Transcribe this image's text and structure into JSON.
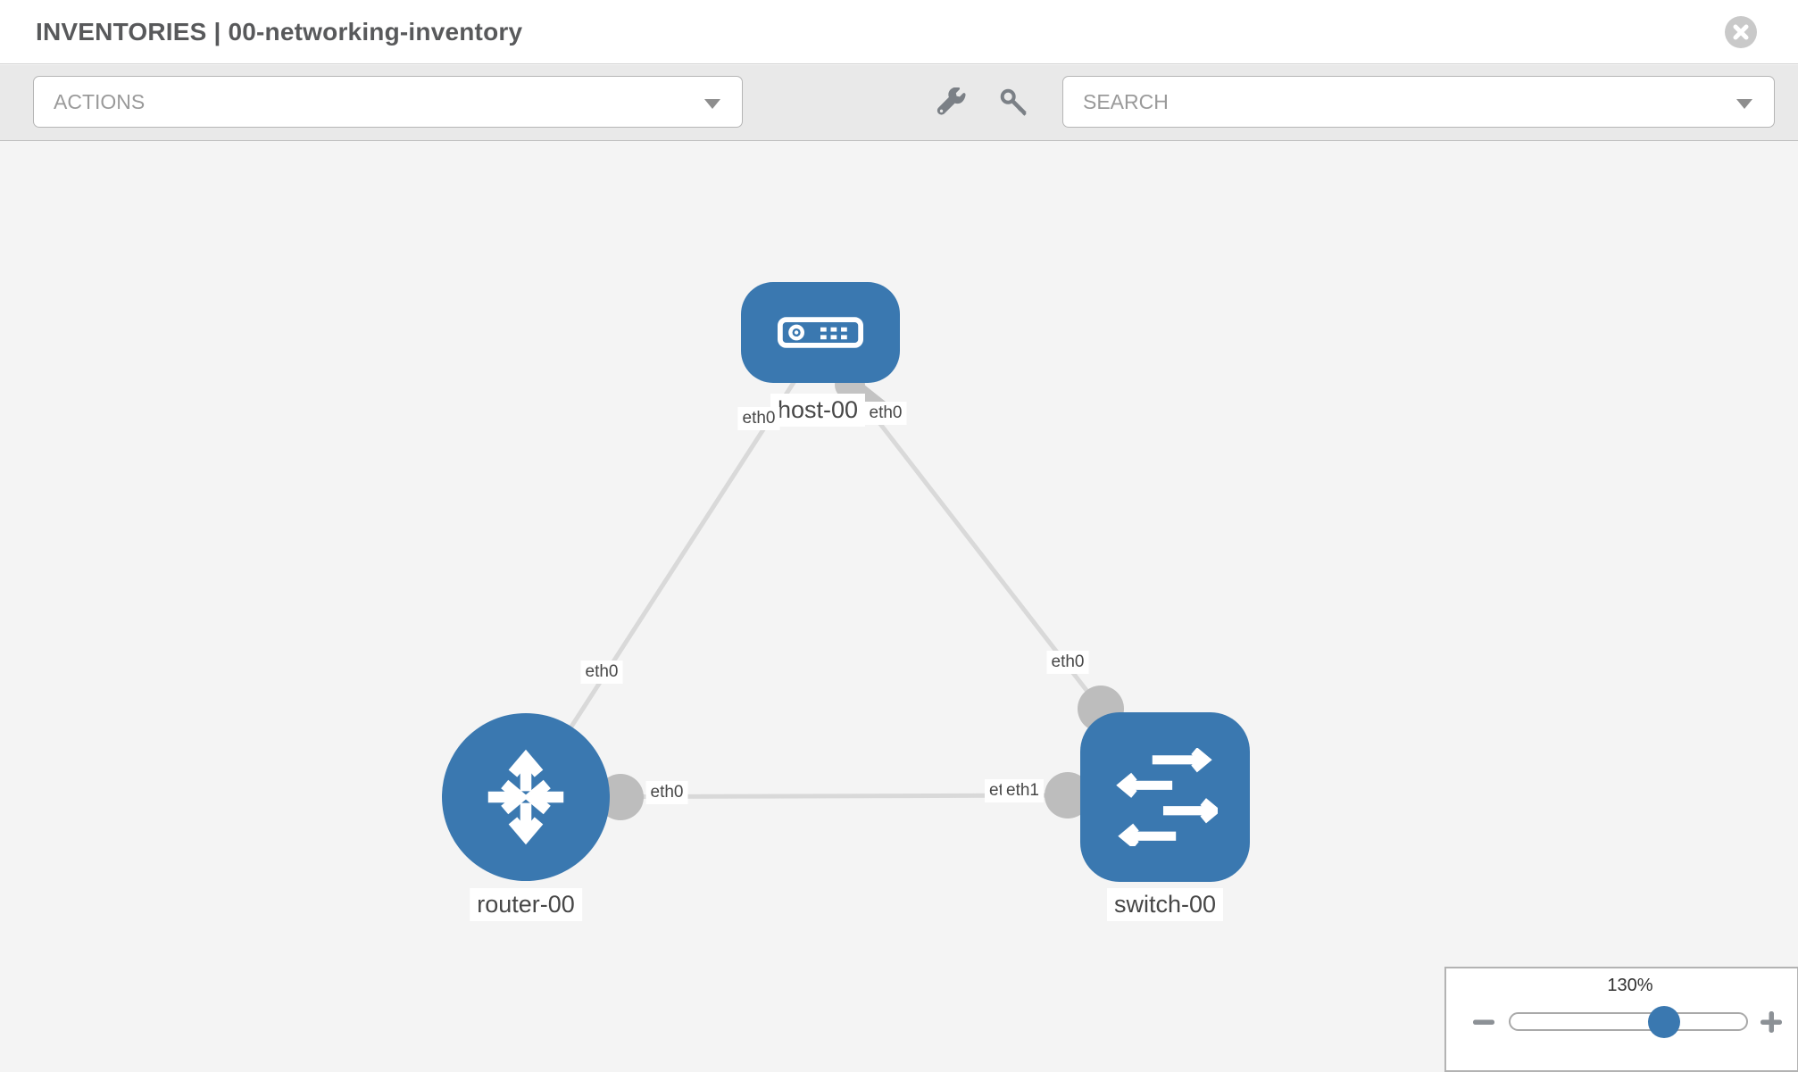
{
  "header": {
    "title": "INVENTORIES | 00-networking-inventory"
  },
  "toolbar": {
    "actions_label": "ACTIONS",
    "search_label": "SEARCH"
  },
  "zoom_control": {
    "level": "130%"
  },
  "topology": {
    "nodes": [
      {
        "id": "host-00",
        "type": "host",
        "label": "host-00"
      },
      {
        "id": "router-00",
        "type": "router",
        "label": "router-00"
      },
      {
        "id": "switch-00",
        "type": "switch",
        "label": "switch-00"
      }
    ],
    "links": [
      {
        "from": "router-00",
        "from_if": "eth0",
        "to": "host-00",
        "to_if": "eth0"
      },
      {
        "from": "switch-00",
        "from_if": "eth0",
        "to": "host-00",
        "to_if": "eth0"
      },
      {
        "from": "router-00",
        "from_if": "eth0",
        "to": "switch-00",
        "to_if": "eth1"
      }
    ],
    "interface_labels": {
      "host_left": "eth0",
      "host_right": "eth0",
      "router_diagonal": "eth0",
      "switch_diagonal": "eth0",
      "router_horizontal": "eth0",
      "switch_horizontal_back": "eth0",
      "switch_horizontal_front": "eth1"
    }
  },
  "colors": {
    "node_blue": "#3a78b0",
    "edge_gray": "#d9d9d9",
    "dot_gray": "#bdbdbd",
    "canvas_bg": "#f4f4f4"
  }
}
